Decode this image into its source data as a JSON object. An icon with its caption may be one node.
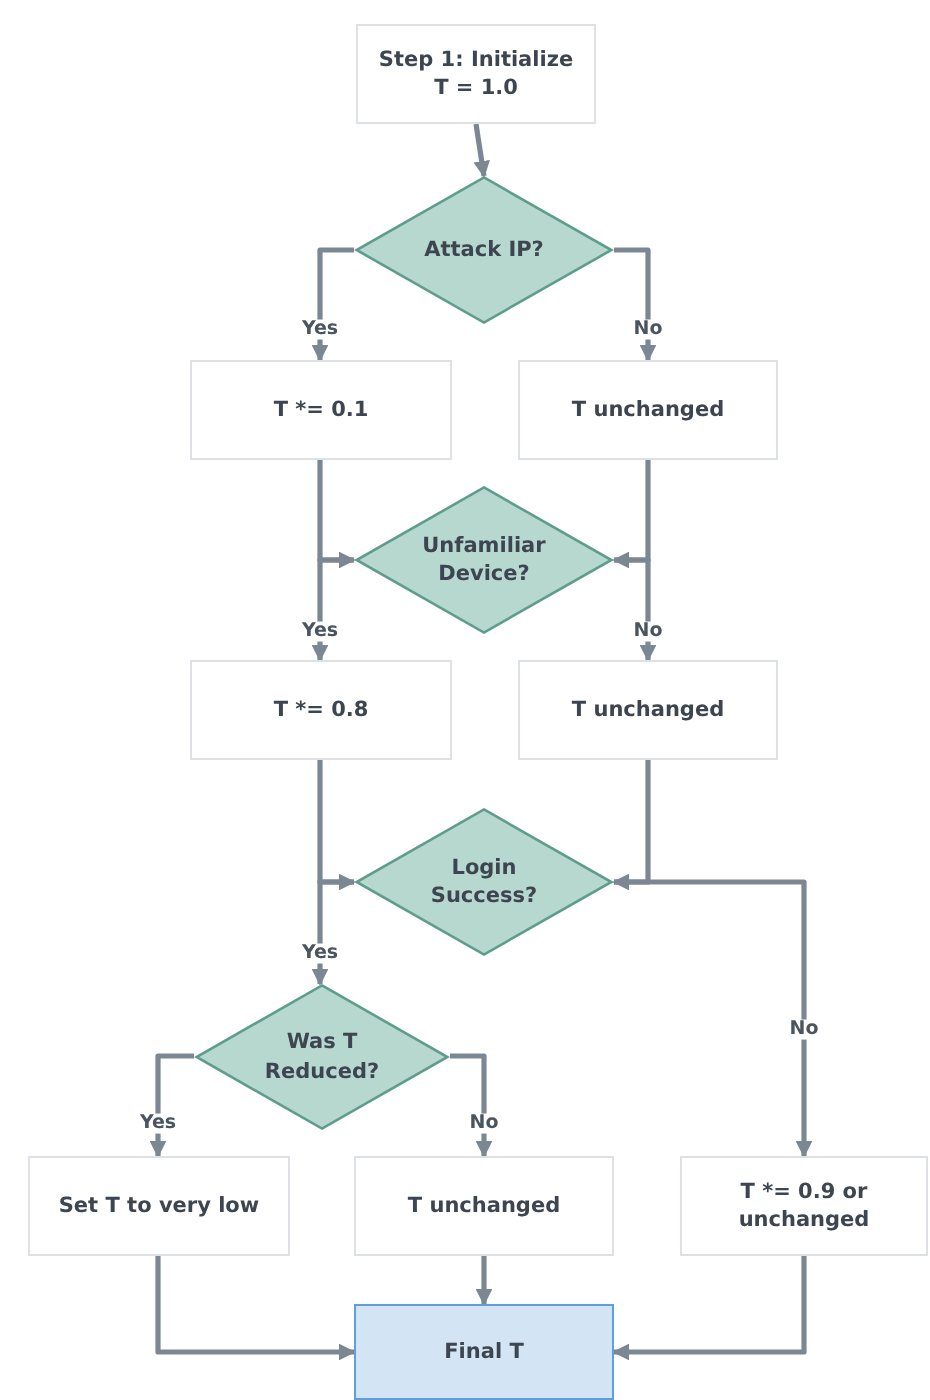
{
  "diagram": {
    "nodes": [
      {
        "text": [
          "Step 1: Initialize T = 1.0"
        ]
      },
      {
        "text": [
          "Attack IP?"
        ]
      },
      {
        "text": [
          "T *= 0.1"
        ]
      },
      {
        "text": [
          "T unchanged"
        ]
      },
      {
        "text": [
          "Unfamiliar Device?"
        ]
      },
      {
        "text": [
          "T *= 0.8"
        ]
      },
      {
        "text": [
          "T unchanged"
        ]
      },
      {
        "text": [
          "Login Success?"
        ]
      },
      {
        "text": [
          "Was T Reduced?"
        ]
      },
      {
        "text": [
          "Set T to very low"
        ]
      },
      {
        "text": [
          "T unchanged"
        ]
      },
      {
        "text": [
          "T *= 0.9 or unchanged"
        ]
      },
      {
        "text": [
          "Final T"
        ]
      }
    ],
    "edges": [
      {
        "from": 0,
        "to": 1,
        "arrow": "to"
      },
      {
        "from": 1,
        "to": 2,
        "arrow": "to",
        "label": "Yes"
      },
      {
        "from": 1,
        "to": 3,
        "arrow": "to",
        "label": "No"
      },
      {
        "from": 2,
        "to": 4,
        "arrow": "to"
      },
      {
        "from": 3,
        "to": 4,
        "arrow": "to"
      },
      {
        "from": 4,
        "to": 5,
        "arrow": "to",
        "label": "Yes"
      },
      {
        "from": 4,
        "to": 6,
        "arrow": "to",
        "label": "No"
      },
      {
        "from": 5,
        "to": 7,
        "arrow": "to"
      },
      {
        "from": 6,
        "to": 7,
        "arrow": "to"
      },
      {
        "from": 7,
        "to": 8,
        "arrow": "to",
        "label": "Yes"
      },
      {
        "from": 7,
        "to": 11,
        "arrow": "to",
        "label": "No"
      },
      {
        "from": 8,
        "to": 9,
        "arrow": "to",
        "label": "Yes"
      },
      {
        "from": 8,
        "to": 10,
        "arrow": "to",
        "label": "No"
      },
      {
        "from": 9,
        "to": 12,
        "arrow": "to"
      },
      {
        "from": 10,
        "to": 12,
        "arrow": "to"
      },
      {
        "from": 11,
        "to": 12,
        "arrow": "to"
      }
    ]
  }
}
